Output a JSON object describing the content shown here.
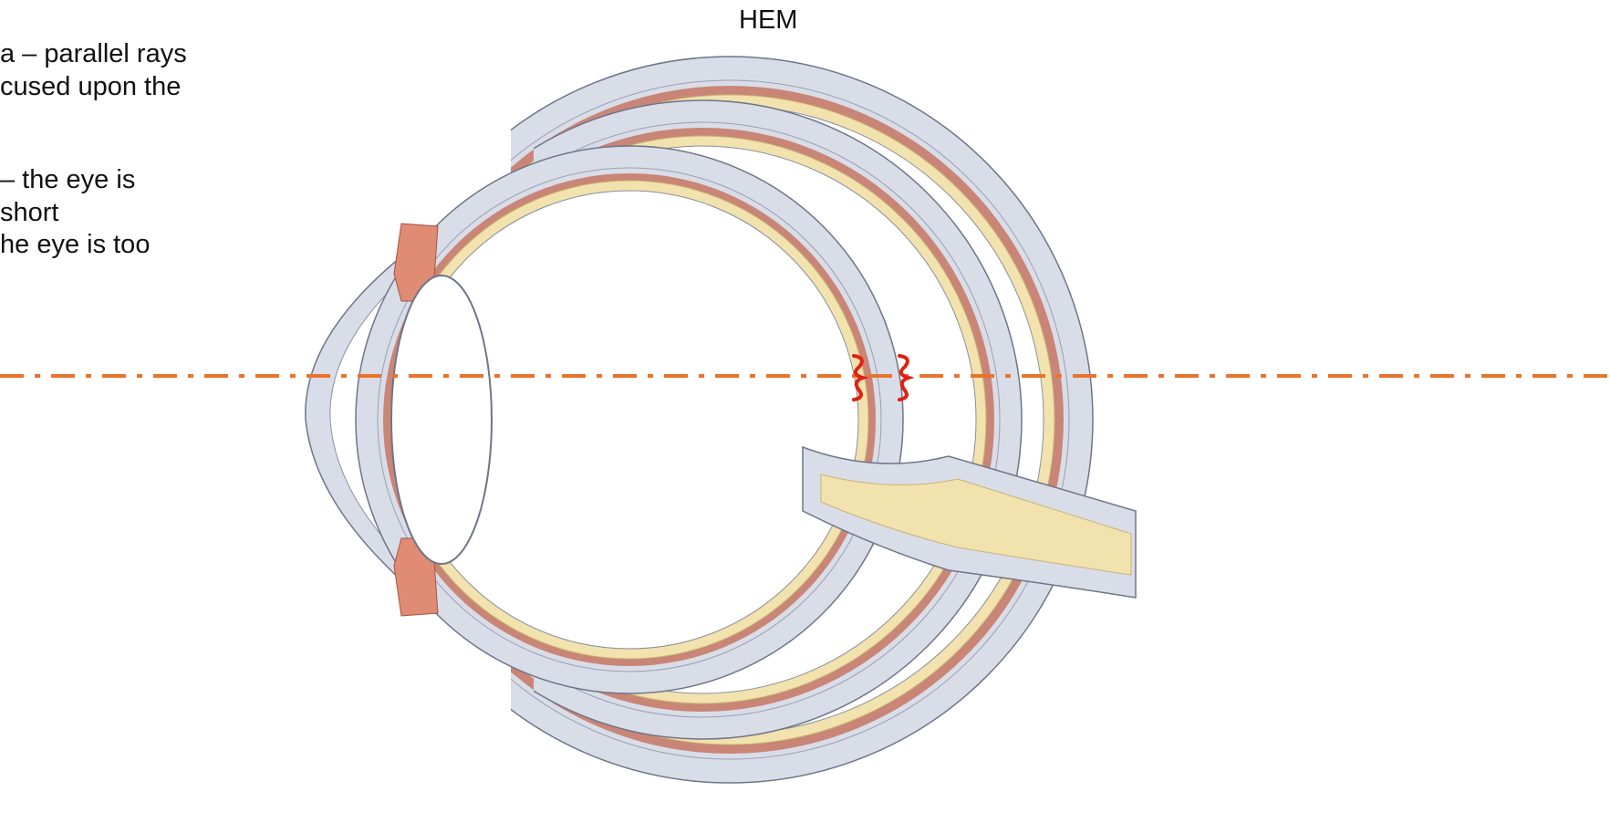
{
  "description_lines": [
    "a – parallel rays",
    "cused upon the",
    "– the eye is",
    "short",
    "he eye is too"
  ],
  "diagram_title": "HEM",
  "colors": {
    "sclera": "#d9dde8",
    "sclera_stroke": "#6f7588",
    "choroid": "#c98576",
    "retina": "#f1e2ae",
    "iris": "#e08b74",
    "optical_axis": "#e8732c",
    "bracket": "#e02010"
  },
  "icons": {
    "focus_marker": "red-bracket-icon"
  }
}
